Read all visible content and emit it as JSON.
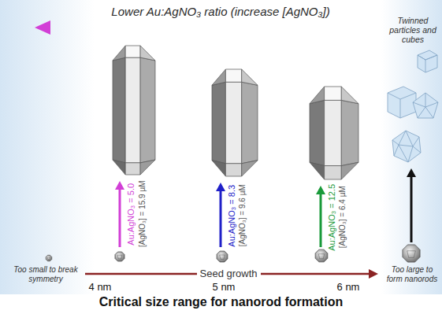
{
  "diagram": {
    "title": "Lower Au:AgNO₃ ratio (increase [AgNO₃])",
    "caption": "Critical size range for nanorod formation",
    "labels": [
      "Twinned particles and cubes",
      "Au:AgNO₃ = 5.0",
      "[AgNO₃] = 15.9 µM",
      "Au:AgNO₃ = 8.3",
      "[AgNO₃] = 9.6 µM",
      "Au:AgNO₃ = 12.5",
      "[AgNO₃] = 6.4 µM",
      "Too small to break symmetry",
      "Seed growth",
      "Too large to form nanorods",
      "4 nm",
      "5 nm",
      "6 nm"
    ]
  }
}
